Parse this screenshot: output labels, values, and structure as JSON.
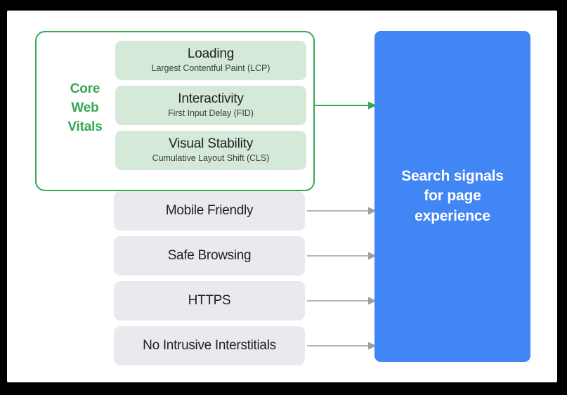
{
  "diagram": {
    "title": "Search signals for page experience",
    "colors": {
      "green_accent": "#34a853",
      "green_card": "#d4e9d7",
      "gray_pill": "#e8eaed",
      "blue_panel": "#4285f4",
      "arrow_gray": "#9aa0a6",
      "text_dark": "#202124",
      "canvas": "#ffffff",
      "frame": "#000000"
    }
  },
  "core_web_vitals": {
    "label_lines": [
      "Core",
      "Web",
      "Vitals"
    ],
    "label_full": "Core Web Vitals",
    "items": [
      {
        "title": "Loading",
        "subtitle": "Largest Contentful Paint (LCP)",
        "abbr": "LCP"
      },
      {
        "title": "Interactivity",
        "subtitle": "First Input Delay (FID)",
        "abbr": "FID"
      },
      {
        "title": "Visual Stability",
        "subtitle": "Cumulative Layout Shift (CLS)",
        "abbr": "CLS"
      }
    ]
  },
  "other_signals": [
    {
      "label": "Mobile Friendly"
    },
    {
      "label": "Safe Browsing"
    },
    {
      "label": "HTTPS"
    },
    {
      "label": "No Intrusive Interstitials"
    }
  ],
  "destination": {
    "line1": "Search signals",
    "line2": "for page",
    "line3": "experience",
    "text": "Search signals for page experience"
  },
  "arrows": {
    "green_from": "Core Web Vitals",
    "gray_from": [
      "Mobile Friendly",
      "Safe Browsing",
      "HTTPS",
      "No Intrusive Interstitials"
    ],
    "to": "Search signals for page experience"
  }
}
